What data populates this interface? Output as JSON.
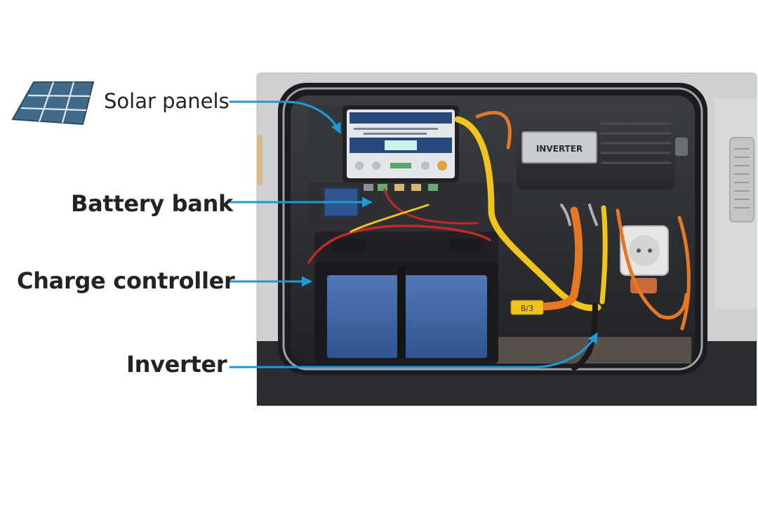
{
  "callouts": {
    "solar_panels": "Solar panels",
    "battery_bank": "Battery bank",
    "charge_controller": "Charge controller",
    "inverter": "Inverter"
  },
  "device_labels": {
    "inverter_plate": "INVERTER",
    "battery_tag": "B/3"
  },
  "colors": {
    "arrow": "#1e9ad6",
    "panel_blue": "#3f6a8a",
    "battery_blue": "#3b63a6",
    "cable_yellow": "#f0c419",
    "cable_orange": "#e87722",
    "cable_red": "#c62828",
    "text": "#232323"
  },
  "icons": [
    "solar-panel-icon"
  ]
}
